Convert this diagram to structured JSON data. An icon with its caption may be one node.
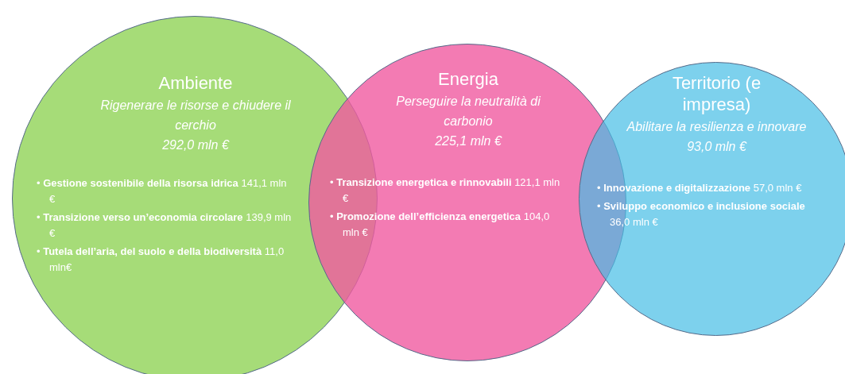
{
  "diagram": {
    "nodes": [
      {
        "text": [
          "Ambiente",
          "Rigenerare le risorse e chiudere il cerchio",
          "292,0 mln €",
          "• **Gestione sostenibile della risorsa idrica** 141,1 mln €",
          "• **Transizione verso un’economia circolare** 139,9 mln €",
          "• **Tutela dell’aria, del suolo e della biodiversità** 11,0 mln€"
        ]
      },
      {
        "text": [
          "Energia",
          "Perseguire la neutralità di carbonio",
          "225,1 mln €",
          "• **Transizione energetica e rinnovabili** 121,1 mln €",
          "• **Promozione dell’efficienza energetica** 104,0 mln €"
        ]
      },
      {
        "text": [
          "Territorio (e impresa)",
          "Abilitare la resilienza e innovare",
          "93,0 mln €",
          "• **Innovazione e digitalizzazione** 57,0 mln €",
          "• **Sviluppo economico e inclusione sociale** 36,0 mln €"
        ]
      }
    ],
    "edges": []
  }
}
